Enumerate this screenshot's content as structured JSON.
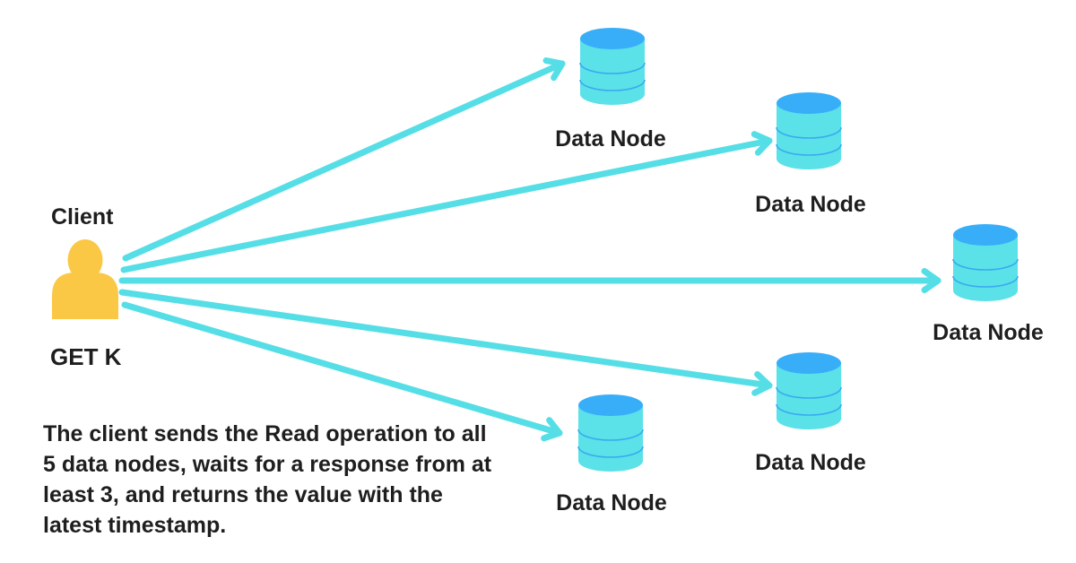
{
  "colors": {
    "arrow": "#56dee6",
    "cylinder_body": "#5be1e8",
    "cylinder_top": "#39aef8",
    "cylinder_line": "#39a9f0",
    "person": "#fbc846",
    "text": "#1e1e1e",
    "background": "#ffffff"
  },
  "client": {
    "label": "Client",
    "operation": "GET K",
    "icon": "person-icon"
  },
  "nodes": [
    {
      "label": "Data Node",
      "icon": "database-icon"
    },
    {
      "label": "Data Node",
      "icon": "database-icon"
    },
    {
      "label": "Data Node",
      "icon": "database-icon"
    },
    {
      "label": "Data Node",
      "icon": "database-icon"
    },
    {
      "label": "Data Node",
      "icon": "database-icon"
    }
  ],
  "description": {
    "lines": [
      "The client sends the Read operation to all",
      "5 data nodes, waits for a response from at",
      "least 3, and returns the value with the",
      "latest timestamp."
    ]
  }
}
